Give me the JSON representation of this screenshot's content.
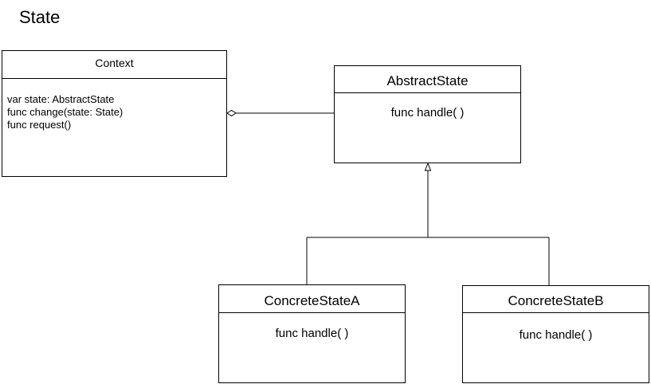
{
  "title": "State",
  "classes": {
    "context": {
      "name": "Context",
      "members": [
        "var state: AbstractState",
        "func change(state: State)",
        "func request()"
      ]
    },
    "abstract_state": {
      "name": "AbstractState",
      "members": [
        "func handle( )"
      ]
    },
    "concrete_state_a": {
      "name": "ConcreteStateA",
      "members": [
        "func handle( )"
      ]
    },
    "concrete_state_b": {
      "name": "ConcreteStateB",
      "members": [
        "func handle( )"
      ]
    }
  },
  "relationships": [
    {
      "type": "aggregation",
      "from": "context",
      "to": "abstract_state"
    },
    {
      "type": "generalization",
      "from": "concrete_state_a",
      "to": "abstract_state"
    },
    {
      "type": "generalization",
      "from": "concrete_state_b",
      "to": "abstract_state"
    }
  ]
}
